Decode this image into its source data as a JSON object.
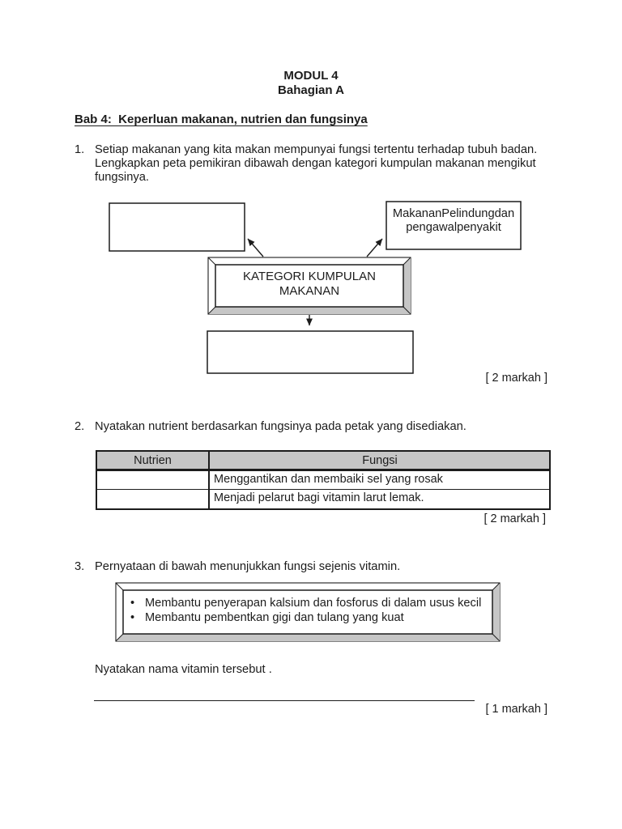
{
  "colors": {
    "ink": "#1c1c1c",
    "bevel-gray": "#c6c6c6",
    "table-header-bg": "#c6c6c6",
    "page-bg": "#ffffff"
  },
  "header": {
    "module_title": "MODUL 4",
    "section_title": "Bahagian A",
    "chapter_heading": "Bab 4:  Keperluan makanan, nutrien dan fungsinya"
  },
  "question1": {
    "number": "1.",
    "lines": [
      "Setiap makanan yang kita makan mempunyai fungsi tertentu terhadap tubuh badan.",
      "Lengkapkan peta pemikiran dibawah dengan kategori kumpulan makanan mengikut",
      "fungsinya."
    ],
    "marks": "[ 2 markah ]",
    "diagram": {
      "center_line1": "KATEGORI KUMPULAN",
      "center_line2": "MAKANAN",
      "top_right_line1": "MakananPelindungdan",
      "top_right_line2": "pengawalpenyakit",
      "top_left_value": "",
      "bottom_value": ""
    }
  },
  "question2": {
    "number": "2.",
    "text": "Nyatakan nutrient berdasarkan fungsinya pada petak yang disediakan.",
    "table": {
      "col_nutrien": "Nutrien",
      "col_fungsi": "Fungsi",
      "rows": [
        {
          "nutrien": "",
          "fungsi": "Menggantikan dan membaiki sel yang rosak"
        },
        {
          "nutrien": "",
          "fungsi": "Menjadi pelarut bagi vitamin larut lemak."
        }
      ]
    },
    "marks": "[ 2 markah ]"
  },
  "question3": {
    "number": "3.",
    "text": "Pernyataan di bawah menunjukkan fungsi sejenis vitamin.",
    "bullet_glyph": "•",
    "bullets": [
      "Membantu penyerapan kalsium dan fosforus di dalam usus kecil",
      "Membantu pembentkan gigi dan tulang yang kuat"
    ],
    "prompt": "Nyatakan nama vitamin tersebut .",
    "marks": "[ 1 markah ]"
  }
}
